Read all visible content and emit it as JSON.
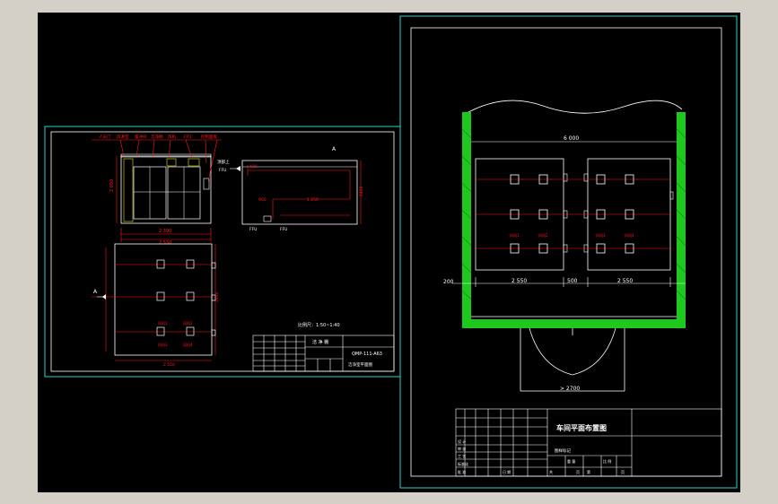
{
  "colors": {
    "background": "#000000",
    "window": "#d4d0c8",
    "border_cyan": "#27d3c9",
    "line_white": "#ffffff",
    "line_red": "#ff1a1a",
    "wall_green": "#1ec81e",
    "accent_yellow": "#e8e800"
  },
  "left_sheet": {
    "front_view": {
      "callouts": [
        "人员门",
        "风淋室",
        "缓冲间",
        "洁净棚",
        "风机",
        "FFU",
        "控制面板"
      ],
      "dim_width": "2 550",
      "dim_inner": "2 390",
      "dim_height": "2 050"
    },
    "side_view": {
      "label_top": "A",
      "label_left_1": "顶部上",
      "label_left_2": "FFU",
      "dim_left": "400",
      "dim_mid_1": "900",
      "dim_mid_2": "1 250",
      "dim_right": "2400",
      "label_bottom_left": "FFU",
      "label_bottom_mid": "FFU"
    },
    "plan_view": {
      "arrow_label": "A",
      "dim_right": "2400",
      "dim_bottom": "2 550",
      "equipment_labels": [
        "风机1",
        "风机2",
        "风机3",
        "风机4"
      ]
    },
    "scale_note": "比例尺：1:50~1:40",
    "title_block": {
      "drawing_no": "QMP-111-A63",
      "title": "洁 净 棚",
      "part_name": "洁净室平面图"
    }
  },
  "right_sheet": {
    "dim_top": "6 000",
    "dim_left": "200",
    "dim_bay_1": "2 550",
    "dim_gap": "500",
    "dim_bay_2": "2 550",
    "door_dim": "> 2700",
    "equipment_labels": [
      "风机1",
      "风机2",
      "风机3",
      "风机4"
    ],
    "title_block": {
      "title": "车间平面布置图",
      "label_drawing_no": "图样标记",
      "rows": [
        "设 计",
        "审 核",
        "工 艺",
        "标准化",
        "批 准"
      ],
      "weight_label": "重 量",
      "scale_label": "比 例",
      "sheet_label_1": "共",
      "sheet_label_2": "页",
      "sheet_label_3": "第",
      "sheet_label_4": "页",
      "date_label": "日 期"
    }
  }
}
